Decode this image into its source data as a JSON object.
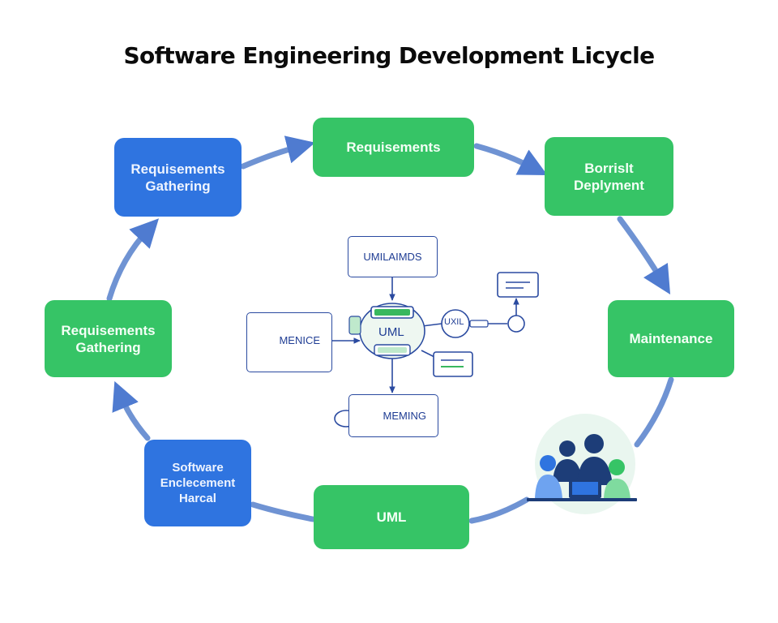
{
  "title": "Software Engineering Development Licycle",
  "colors": {
    "green": "#36c466",
    "blue": "#2f74e0",
    "arrow": "#6b8fd0",
    "line": "#2a4aa0",
    "accent_green": "#39b85e"
  },
  "nodes": {
    "top_left": "Requisements\nGathering",
    "top": "Requisements",
    "top_right": "Borrislt\nDeplyment",
    "right": "Maintenance",
    "bottom": "UML",
    "bottom_left": "Software\nEnclecement\nHarcal",
    "left": "Requisements\nGathering"
  },
  "uml_diagram": {
    "top_box": "UMILAIMDS",
    "left_box": "MENICE",
    "center": "UML",
    "bottom_box": "MEMING",
    "right_circle": "UXIL"
  },
  "icons": [
    "team-icon"
  ]
}
